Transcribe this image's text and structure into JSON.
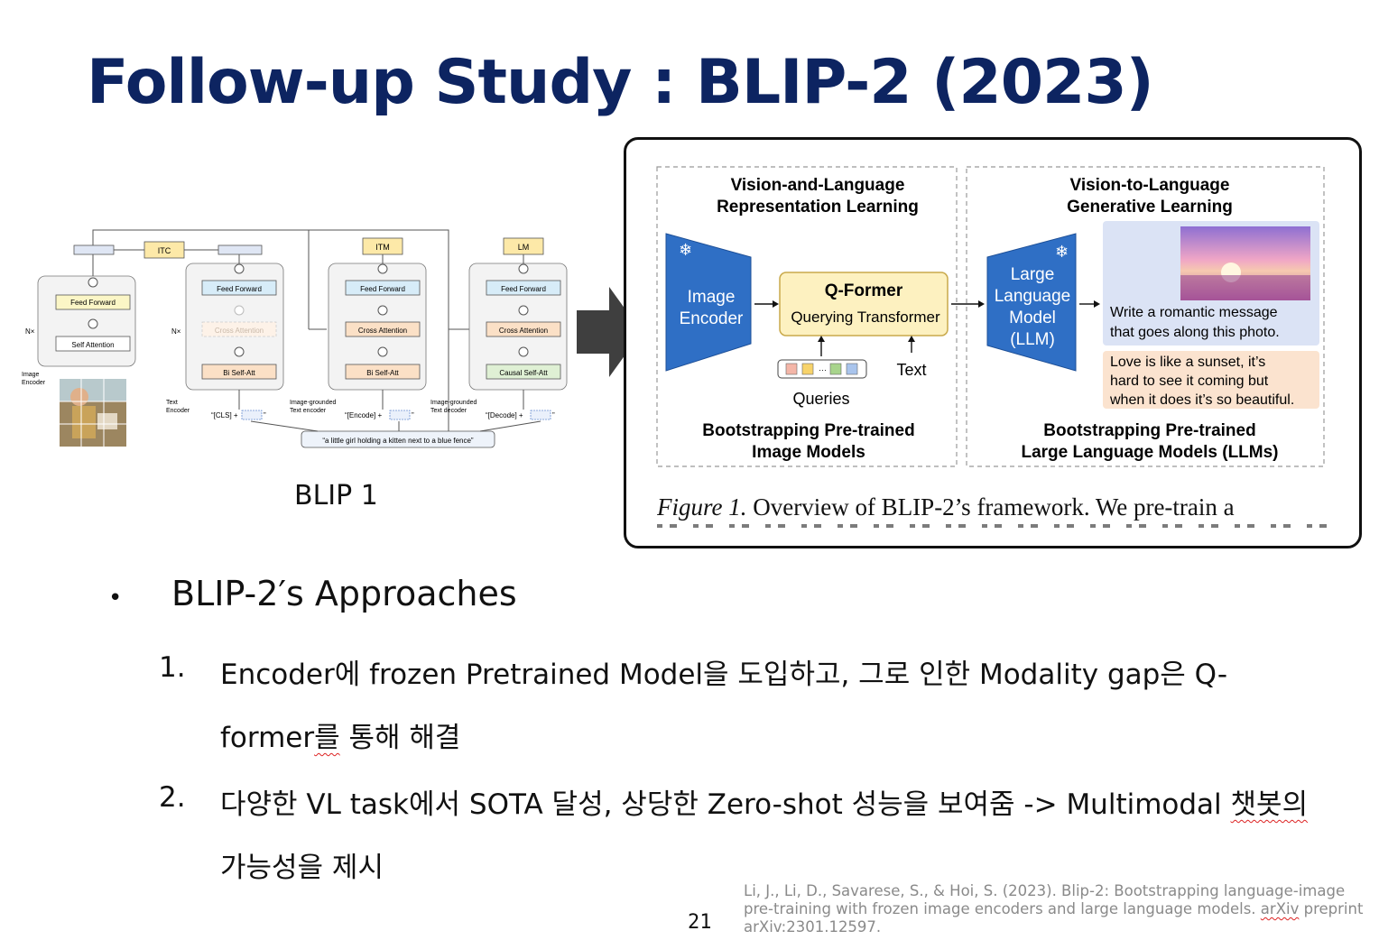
{
  "title": "Follow-up Study : BLIP-2 (2023)",
  "blip1": {
    "caption": "BLIP 1",
    "labels": {
      "itc": "ITC",
      "itm": "ITM",
      "lm": "LM",
      "nx": "N×",
      "feed_forward": "Feed Forward",
      "self_attention": "Self Attention",
      "cross_attention": "Cross Attention",
      "bi_self_att": "Bi Self-Att",
      "causal_self_att": "Causal Self-Att",
      "image_encoder_1": "Image",
      "image_encoder_2": "Encoder",
      "text_encoder_1": "Text",
      "text_encoder_2": "Encoder",
      "ig_text_encoder_1": "Image-grounded",
      "ig_text_encoder_2": "Text encoder",
      "ig_text_decoder_1": "Image-grounded",
      "ig_text_decoder_2": "Text decoder",
      "cls_token": "“[CLS] +",
      "encode_token": "“[Encode] +",
      "decode_token": "“[Decode] +",
      "quote_close": "”",
      "sentence": "“a little girl holding a kitten next to a blue fence”"
    }
  },
  "figure": {
    "left_header_1": "Vision-and-Language",
    "left_header_2": "Representation Learning",
    "right_header_1": "Vision-to-Language",
    "right_header_2": "Generative Learning",
    "image_encoder_1": "Image",
    "image_encoder_2": "Encoder",
    "qformer_title": "Q-Former",
    "qformer_sub": "Querying Transformer",
    "queries": "Queries",
    "text": "Text",
    "llm_1": "Large",
    "llm_2": "Language",
    "llm_3": "Model",
    "llm_4": "(LLM)",
    "prompt_1": "Write a romantic message",
    "prompt_2": "that goes along this photo.",
    "answer_1": "Love is like a sunset, it’s",
    "answer_2": "hard to see it coming but",
    "answer_3": "when it does it’s so beautiful.",
    "left_footer_1": "Bootstrapping Pre-trained",
    "left_footer_2": "Image Models",
    "right_footer_1": "Bootstrapping Pre-trained",
    "right_footer_2": "Large Language Models (LLMs)",
    "caption_label": "Figure 1.",
    "caption_text": " Overview  of  BLIP-2’s  framework.    We  pre-train  a"
  },
  "bullet": {
    "dot": "•",
    "heading": "BLIP-2′s Approaches"
  },
  "items": [
    {
      "num": "1.",
      "line1": "Encoder에 frozen Pretrained Model을 도입하고, 그로 인한 Modality gap은 Q-",
      "line2_a": "former",
      "line2_b": "를",
      "line2_c": " 통해 해결"
    },
    {
      "num": "2.",
      "line1_a": "다양한 VL task에서 SOTA 달성, 상당한 Zero-shot 성능을 보여줌 ->  Multimodal ",
      "line1_b": "챗봇의",
      "line2": "가능성을 제시"
    }
  ],
  "page_number": "21",
  "reference": {
    "line1": "Li, J., Li, D., Savarese, S., & Hoi, S. (2023). Blip-2: Bootstrapping language-image",
    "line2_a": "pre-training with frozen image encoders and large language models. ",
    "line2_b": "arXiv",
    "line2_c": " preprint",
    "line3": "arXiv:2301.12597."
  },
  "colors": {
    "title": "#0d2461",
    "encoder_blue": "#2f6fc5",
    "qformer_fill": "#fdf1c0",
    "prompt_fill": "#dbe3f5",
    "answer_fill": "#fbe3cf",
    "ff_fill": "#d7ecf8",
    "att_fill": "#fbe0c6",
    "itc_fill": "#fde9a8",
    "causal_fill": "#dff0d4"
  }
}
